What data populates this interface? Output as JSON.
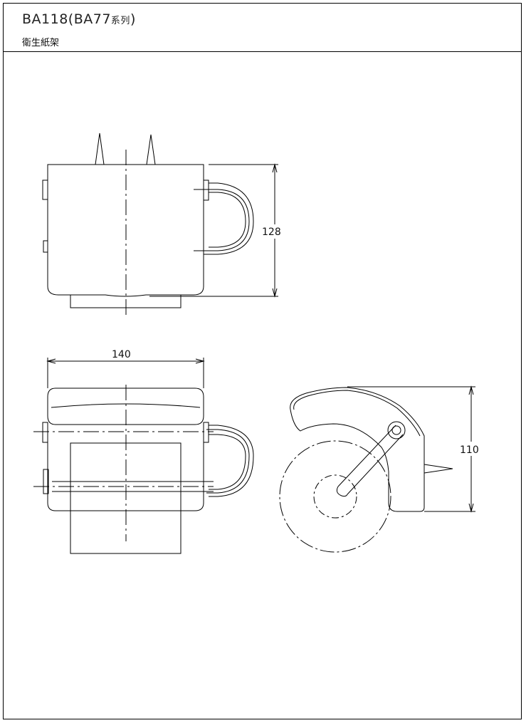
{
  "header": {
    "model_code": "BA118(BA77",
    "series_suffix": "系列",
    "close_paren": ")",
    "product_name": "衛生紙架"
  },
  "dimensions": {
    "front_height": "128",
    "top_width": "140",
    "side_height": "110"
  }
}
